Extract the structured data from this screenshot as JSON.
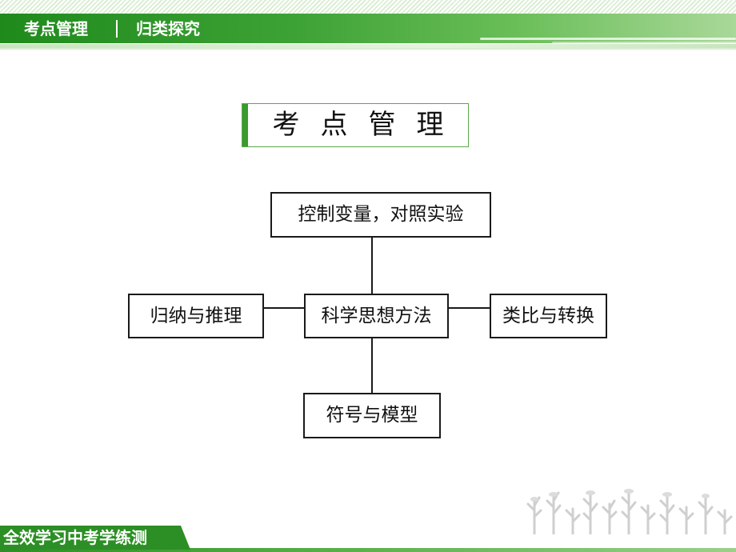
{
  "header": {
    "tab1_label": "考点管理",
    "tab2_label": "归类探究",
    "colors": {
      "dark_green": "#1f8a1c",
      "light_green": "#a9d899"
    }
  },
  "title": {
    "text": "考点管理"
  },
  "diagram": {
    "center": "科学思想方法",
    "top": "控制变量，对照实验",
    "left": "归纳与推理",
    "right": "类比与转换",
    "bottom": "符号与模型"
  },
  "footer": {
    "label": "全效学习中考学练测"
  }
}
